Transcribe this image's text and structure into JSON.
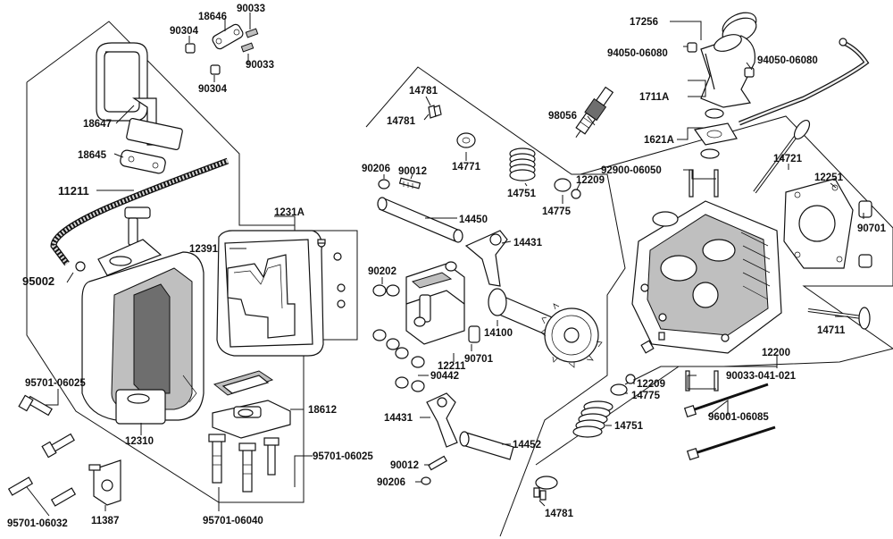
{
  "parts": {
    "p18646": "18646",
    "p90033a": "90033",
    "p90304a": "90304",
    "p90033b": "90033",
    "p90304b": "90304",
    "p18647": "18647",
    "p18645": "18645",
    "p11211": "11211",
    "p95002": "95002",
    "p1231A": "1231A",
    "p12391": "12391",
    "p12310": "12310",
    "p18612": "18612",
    "p95701_06025a": "95701-06025",
    "p95701_06025b": "95701-06025",
    "p95701_06032": "95701-06032",
    "p11387": "11387",
    "p95701_06040": "95701-06040",
    "p14781a": "14781",
    "p14781b": "14781",
    "p14771": "14771",
    "p98056": "98056",
    "p90206a": "90206",
    "p90012a": "90012",
    "p14751a": "14751",
    "p14775a": "14775",
    "p12209a": "12209",
    "p14450": "14450",
    "p14431a": "14431",
    "p90202": "90202",
    "p14100": "14100",
    "p90701a": "90701",
    "p12211": "12211",
    "p90442": "90442",
    "p14431b": "14431",
    "p14452": "14452",
    "p90012b": "90012",
    "p90206b": "90206",
    "p14781c": "14781",
    "p17256": "17256",
    "p94050_06080a": "94050-06080",
    "p94050_06080b": "94050-06080",
    "p1711A": "1711A",
    "p1621A": "1621A",
    "p92900_06050": "92900-06050",
    "p14721": "14721",
    "p12251": "12251",
    "p90701b": "90701",
    "p14711": "14711",
    "p12200": "12200",
    "p90033_041_021": "90033-041-021",
    "p12209b": "12209",
    "p14775b": "14775",
    "p14751b": "14751",
    "p96001_06085": "96001-06085"
  }
}
